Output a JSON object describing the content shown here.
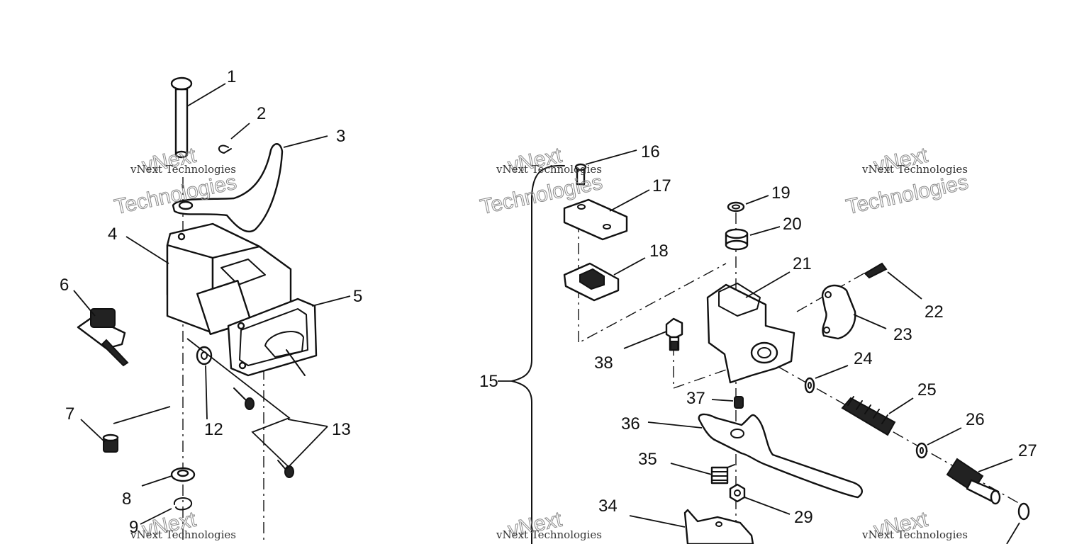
{
  "callouts": [
    "1",
    "2",
    "3",
    "4",
    "5",
    "6",
    "7",
    "8",
    "9",
    "12",
    "13",
    "15",
    "16",
    "17",
    "18",
    "19",
    "20",
    "21",
    "22",
    "23",
    "24",
    "25",
    "26",
    "27",
    "29",
    "34",
    "35",
    "36",
    "37",
    "38"
  ],
  "watermark": {
    "small": "vNext Technologies",
    "big_line1": "vNext",
    "big_line2": "Technologies"
  }
}
